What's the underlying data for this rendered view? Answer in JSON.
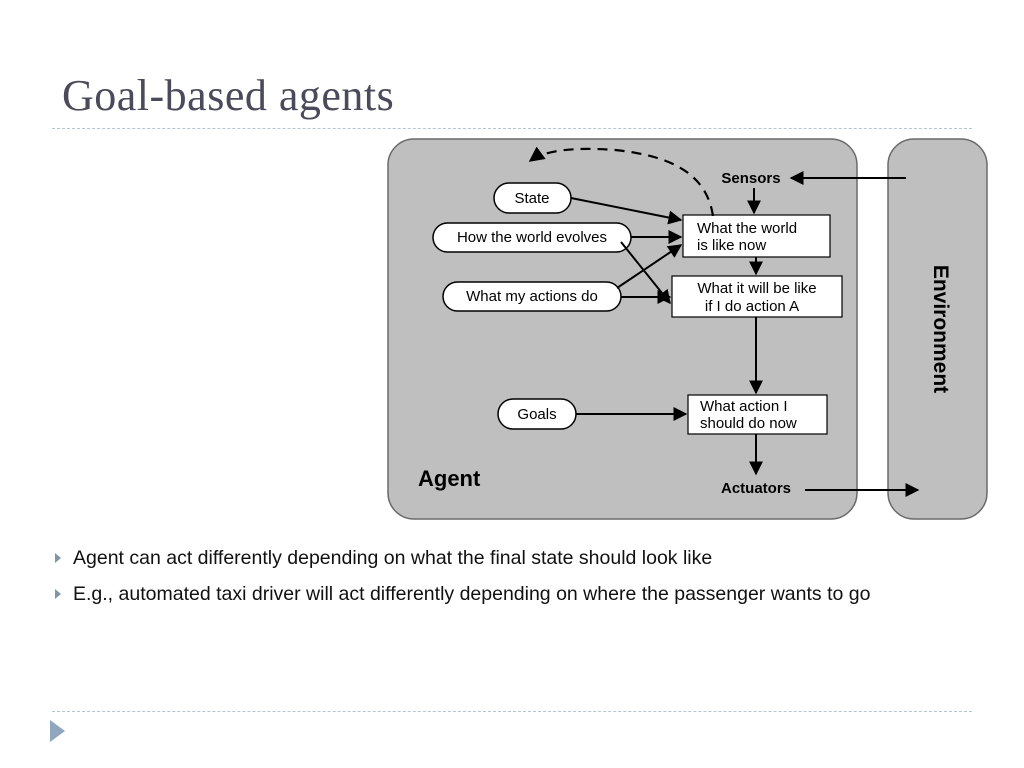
{
  "slide": {
    "title": "Goal-based agents",
    "bullets": [
      "Agent can act differently depending on what the final state should look like",
      "E.g., automated taxi driver will act differently depending on where the passenger wants to go"
    ]
  },
  "diagram": {
    "agent_label": "Agent",
    "environment_label": "Environment",
    "sensors_label": "Sensors",
    "actuators_label": "Actuators",
    "ovals": {
      "state": "State",
      "world_evolves": "How the world evolves",
      "actions_do": "What my actions do",
      "goals": "Goals"
    },
    "boxes": {
      "world_now_line1": "What the world",
      "world_now_line2": "is like now",
      "will_be_line1": "What it will be like",
      "will_be_line2": "if I do action A",
      "action_now_line1": "What action I",
      "action_now_line2": "should do now"
    }
  },
  "colors": {
    "title": "#4a4a5a",
    "panel_fill": "#bfbfbf",
    "bullet_marker": "#8096a8",
    "rule": "#b8c4cf"
  }
}
